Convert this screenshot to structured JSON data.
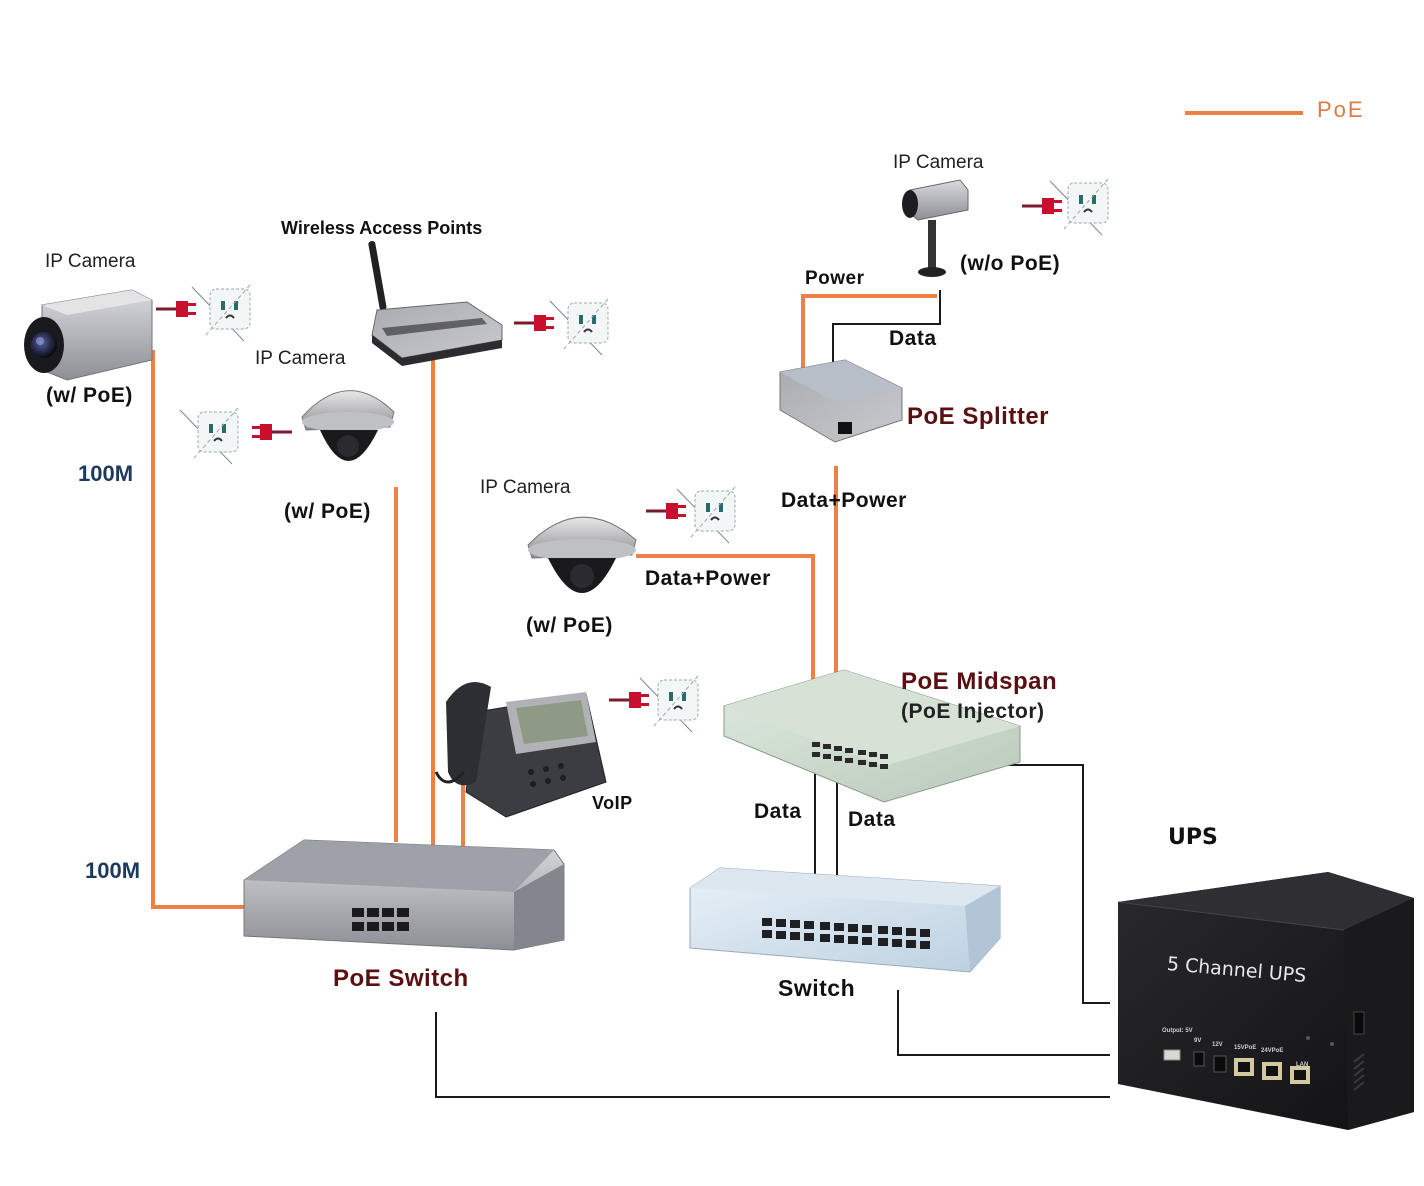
{
  "diagram": {
    "title": "PoE network with 5 Channel UPS",
    "legend": {
      "label": "PoE",
      "color": "#ee7f45"
    },
    "colors": {
      "poe_line": "#ee7f45",
      "data_line": "#1a1a1a",
      "highlight_label": "#5a1010",
      "speed_label": "#1c3a5e",
      "plug": "#c8102e"
    },
    "nodes": {
      "ip_camera_box": {
        "name": "IP Camera",
        "note": "(w/ PoE)"
      },
      "ip_camera_dome1": {
        "name": "IP Camera",
        "note": "(w/ PoE)"
      },
      "wireless_ap": {
        "name": "Wireless Access Points"
      },
      "ip_camera_splitter": {
        "name": "IP Camera",
        "note": "(w/o  PoE)"
      },
      "poe_splitter": {
        "name": "PoE Splitter"
      },
      "ip_camera_dome2": {
        "name": "IP Camera",
        "note": "(w/ PoE)"
      },
      "voip_phone": {
        "name": "VoIP"
      },
      "poe_midspan": {
        "name": "PoE Midspan",
        "subtitle": "(PoE Injector)"
      },
      "poe_switch": {
        "name": "PoE Switch"
      },
      "switch": {
        "name": "Switch"
      },
      "ups": {
        "name": "UPS",
        "front_label": "5 Channel UPS",
        "ports": [
          "Output: 5V",
          "9V",
          "12V",
          "15VPoE",
          "24VPoE",
          "LAN"
        ]
      }
    },
    "link_labels": {
      "speed_top": "100M",
      "speed_bottom": "100M",
      "splitter_power": "Power",
      "splitter_data": "Data",
      "midspan_to_splitter": "Data+Power",
      "midspan_to_camera": "Data+Power",
      "midspan_switch_data_left": "Data",
      "midspan_switch_data_right": "Data"
    },
    "links": [
      {
        "from": "IP Camera (box)",
        "to": "PoE Switch",
        "type": "PoE",
        "label": "100M"
      },
      {
        "from": "IP Camera (dome 1)",
        "to": "PoE Switch",
        "type": "PoE"
      },
      {
        "from": "Wireless Access Points",
        "to": "PoE Switch",
        "type": "PoE"
      },
      {
        "from": "VoIP",
        "to": "PoE Switch",
        "type": "PoE"
      },
      {
        "from": "IP Camera (dome 2)",
        "to": "PoE Midspan",
        "type": "PoE",
        "label": "Data+Power"
      },
      {
        "from": "PoE Splitter",
        "to": "PoE Midspan",
        "type": "PoE",
        "label": "Data+Power"
      },
      {
        "from": "PoE Splitter",
        "to": "IP Camera (w/o PoE)",
        "type": "PoE",
        "label": "Power"
      },
      {
        "from": "PoE Splitter",
        "to": "IP Camera (w/o PoE)",
        "type": "Data",
        "label": "Data"
      },
      {
        "from": "PoE Midspan",
        "to": "Switch",
        "type": "Data",
        "label": "Data"
      },
      {
        "from": "PoE Midspan",
        "to": "Switch",
        "type": "Data",
        "label": "Data"
      },
      {
        "from": "PoE Midspan",
        "to": "UPS",
        "type": "Data"
      },
      {
        "from": "Switch",
        "to": "UPS",
        "type": "Data"
      },
      {
        "from": "PoE Switch",
        "to": "UPS",
        "type": "Data"
      }
    ],
    "unplugged_outlet_icon": "crossed-out-power-outlet"
  }
}
